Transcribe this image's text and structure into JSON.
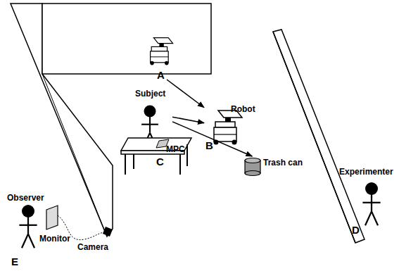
{
  "diagram": {
    "nodes": [
      {
        "text": [
          "A"
        ]
      },
      {
        "text": [
          "Subject"
        ]
      },
      {
        "text": [
          "Robot",
          "B"
        ]
      },
      {
        "text": [
          "Trash can"
        ]
      }
    ],
    "edges": [
      {
        "from": 0,
        "to": 2,
        "arrow": "to"
      },
      {
        "from": 1,
        "to": 2,
        "arrow": "to"
      },
      {
        "from": 1,
        "to": 3,
        "arrow": "to"
      }
    ],
    "labels": [
      "MPC",
      "C",
      "Experimenter",
      "D",
      "Observer",
      "Monitor",
      "E",
      "Camera"
    ]
  }
}
